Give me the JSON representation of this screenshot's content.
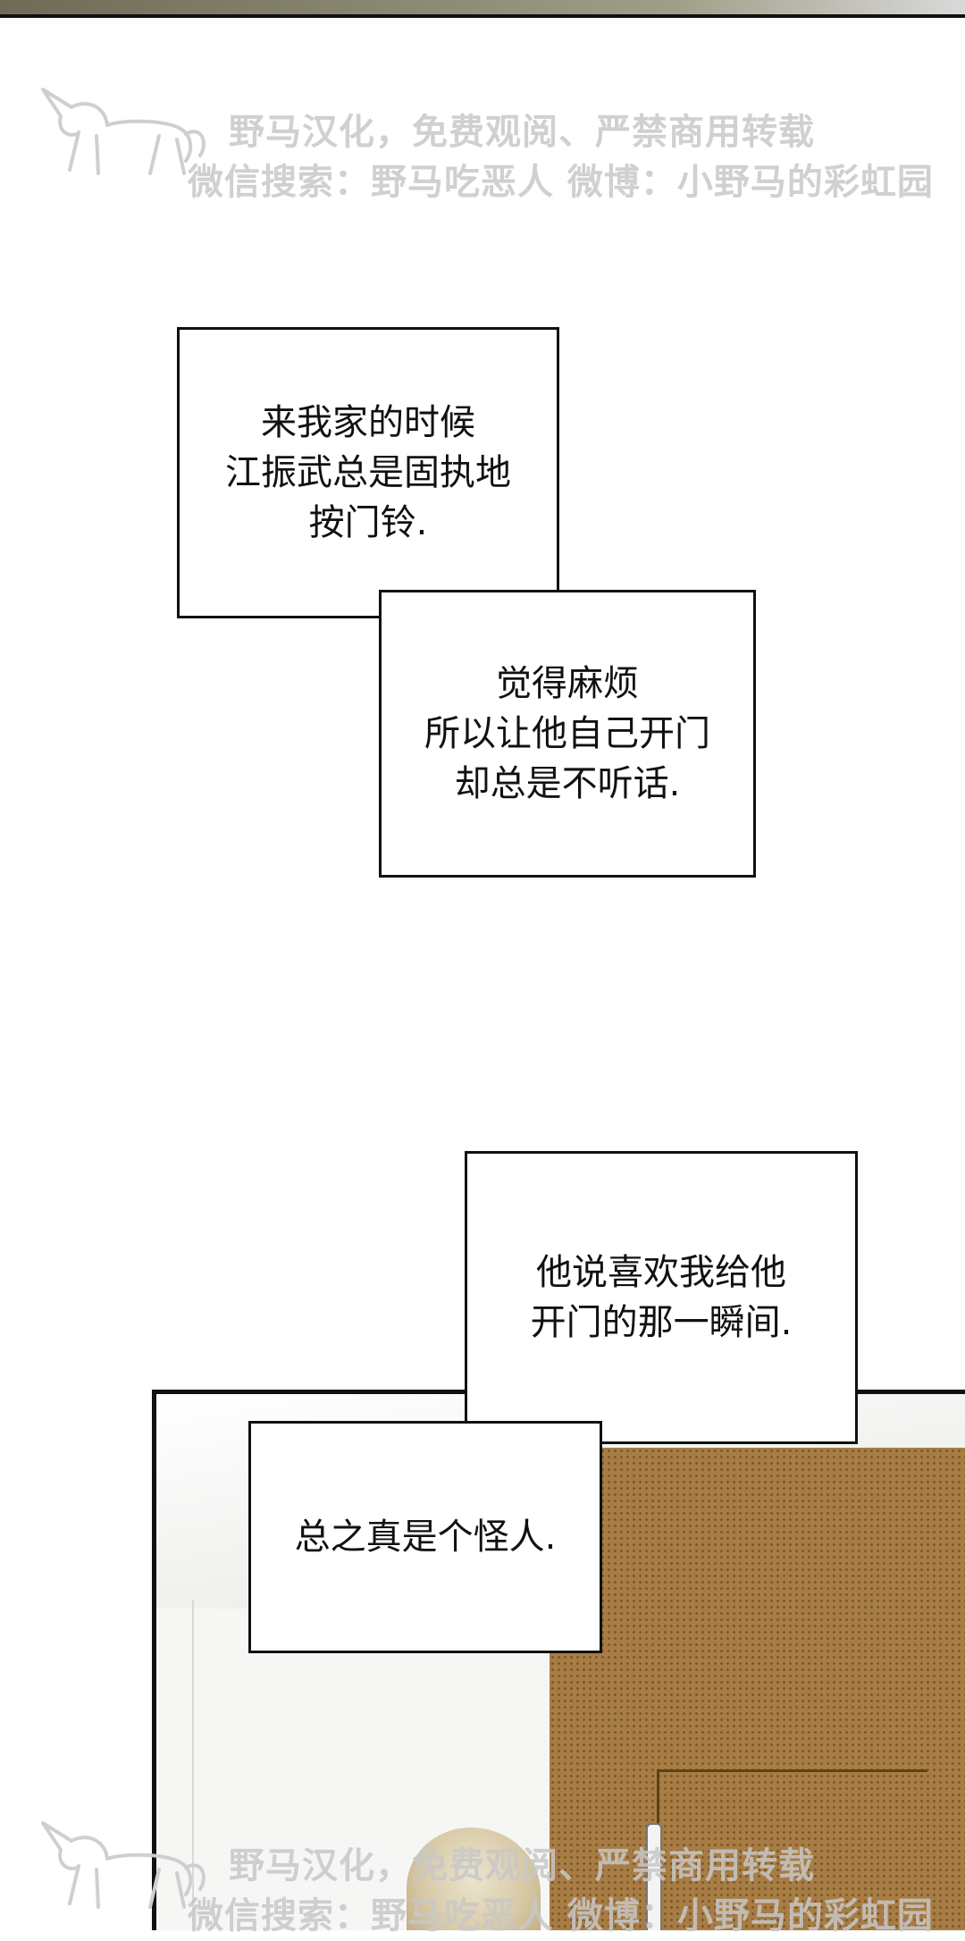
{
  "watermark": {
    "line1": "野马汉化，免费观阅、严禁商用转载",
    "line2": "微信搜索：野马吃恶人 微博：小野马的彩虹园"
  },
  "captions": [
    {
      "text": "来我家的时候\n江振武总是固执地\n按门铃."
    },
    {
      "text": "觉得麻烦\n所以让他自己开门\n却总是不听话."
    },
    {
      "text": "他说喜欢我给他\n开门的那一瞬间."
    },
    {
      "text": "总之真是个怪人."
    }
  ],
  "colors": {
    "door": "#a77d45",
    "watermark": "#c8c8c8",
    "border": "#111111"
  },
  "icons": {
    "watermark_logo": "unicorn-icon"
  }
}
